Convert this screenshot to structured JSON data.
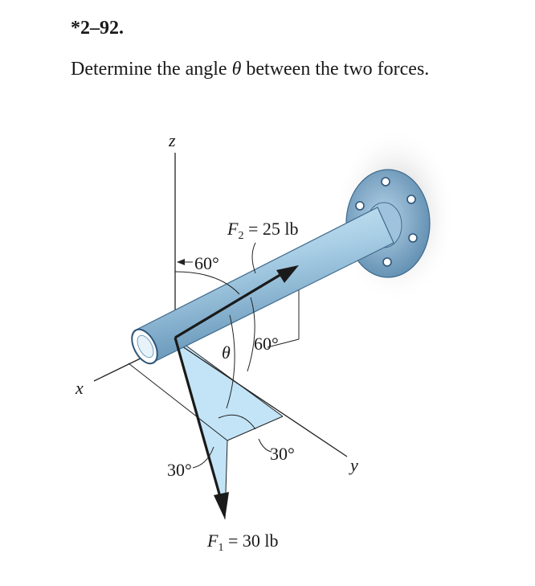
{
  "problem": {
    "number": "*2–92.",
    "text_before": "Determine the angle ",
    "theta_symbol": "θ",
    "text_after": " between the two forces."
  },
  "figure": {
    "axis_z": "z",
    "axis_x": "x",
    "axis_y": "y",
    "f2_symbol": "F",
    "f2_sub": "2",
    "f2_value": " = 25 lb",
    "f1_symbol": "F",
    "f1_sub": "1",
    "f1_value": " = 30 lb",
    "angle_60_z": "60°",
    "angle_60_y": "60°",
    "angle_30_x": "30°",
    "angle_30_y": "30°",
    "theta": "θ"
  },
  "colors": {
    "pipe": "#a9cfe6",
    "pipe_shadow": "#6f9fc0",
    "plane": "#bfe3f6",
    "flange": "#7fa9c9",
    "wall_shadow": "#c9c9c9"
  }
}
